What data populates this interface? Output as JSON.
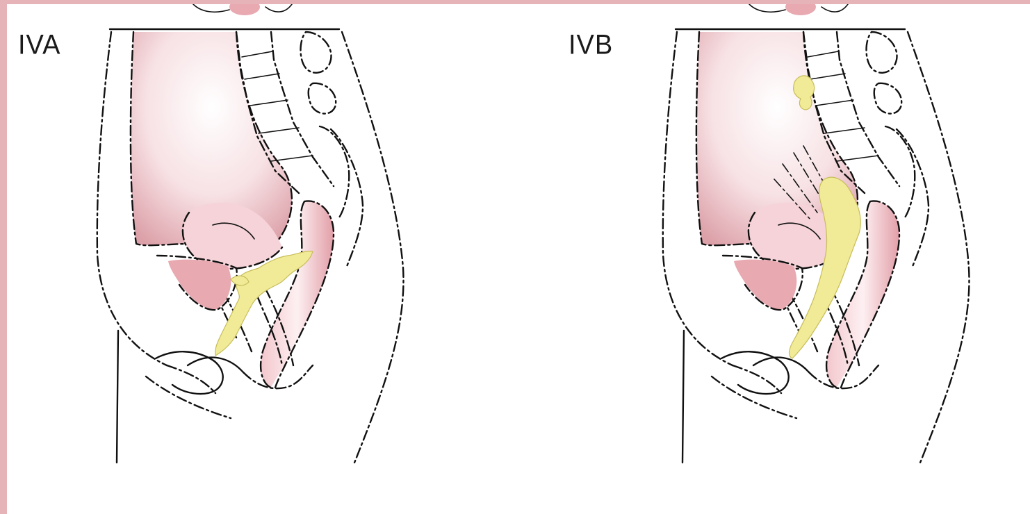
{
  "panels": [
    {
      "id": "a",
      "label": "IVA"
    },
    {
      "id": "b",
      "label": "IVB"
    }
  ],
  "colors": {
    "border": "#e6b3b9",
    "background": "#ffffff",
    "tissue_pink": "#e8a9b1",
    "tumor_yellow": "#f1ea97",
    "outline": "#111111"
  }
}
